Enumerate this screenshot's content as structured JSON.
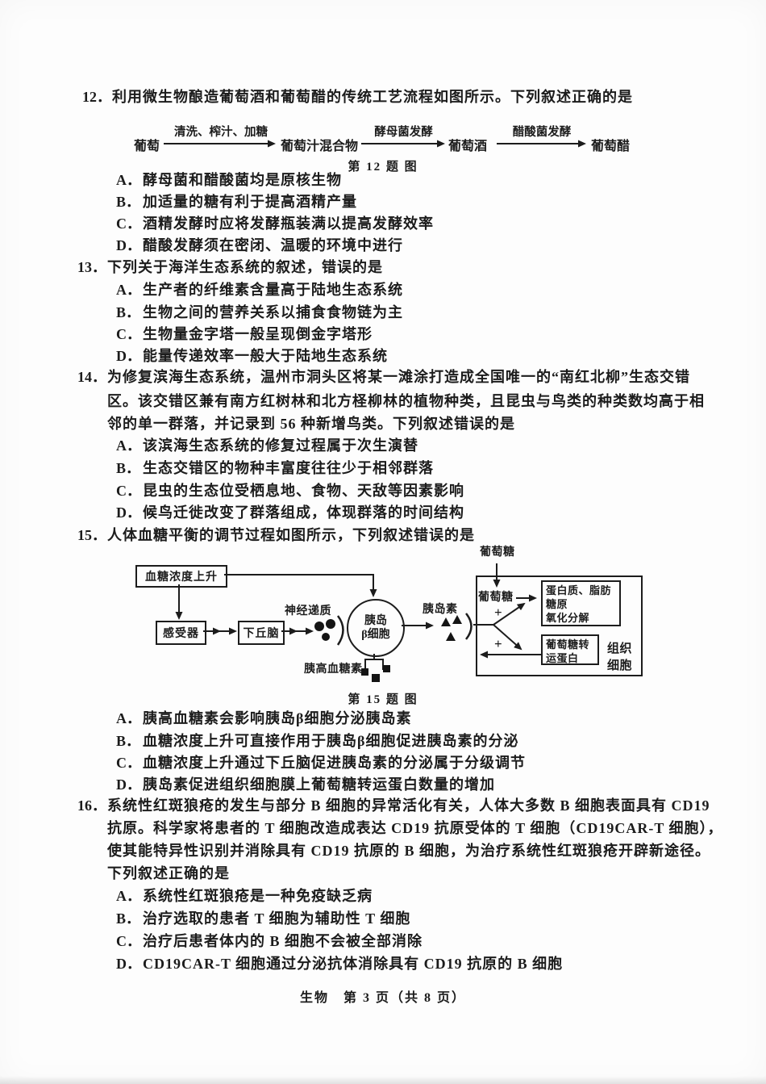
{
  "page": {
    "footer_subject": "生物",
    "footer_page": "第 3 页（共 8 页）"
  },
  "q12": {
    "number": "12．",
    "stem": "利用微生物酿造葡萄酒和葡萄醋的传统工艺流程如图所示。下列叙述正确的是",
    "diagram": {
      "node_grape": "葡萄",
      "node_mixture": "葡萄汁混合物",
      "node_wine": "葡萄酒",
      "node_vinegar": "葡萄醋",
      "step1": "清洗、榨汁、加糖",
      "step2": "酵母菌发酵",
      "step3": "醋酸菌发酵",
      "caption": "第 12 题  图"
    },
    "options": [
      {
        "label": "A．",
        "text": "酵母菌和醋酸菌均是原核生物"
      },
      {
        "label": "B．",
        "text": "加适量的糖有利于提高酒精产量"
      },
      {
        "label": "C．",
        "text": "酒精发酵时应将发酵瓶装满以提高发酵效率"
      },
      {
        "label": "D．",
        "text": "醋酸发酵须在密闭、温暖的环境中进行"
      }
    ]
  },
  "q13": {
    "number": "13．",
    "stem": "下列关于海洋生态系统的叙述，错误的是",
    "options": [
      {
        "label": "A．",
        "text": "生产者的纤维素含量高于陆地生态系统"
      },
      {
        "label": "B．",
        "text": "生物之间的营养关系以捕食食物链为主"
      },
      {
        "label": "C．",
        "text": "生物量金字塔一般呈现倒金字塔形"
      },
      {
        "label": "D．",
        "text": "能量传递效率一般大于陆地生态系统"
      }
    ]
  },
  "q14": {
    "number": "14．",
    "stem_lines": [
      "为修复滨海生态系统，温州市洞头区将某一滩涂打造成全国唯一的“南红北柳”生态交错",
      "区。该交错区兼有南方红树林和北方柽柳林的植物种类，且昆虫与鸟类的种类数均高于相",
      "邻的单一群落，并记录到 56 种新增鸟类。下列叙述错误的是"
    ],
    "options": [
      {
        "label": "A．",
        "text": "该滨海生态系统的修复过程属于次生演替"
      },
      {
        "label": "B．",
        "text": "生态交错区的物种丰富度往往少于相邻群落"
      },
      {
        "label": "C．",
        "text": "昆虫的生态位受栖息地、食物、天敌等因素影响"
      },
      {
        "label": "D．",
        "text": "候鸟迁徙改变了群落组成，体现群落的时间结构"
      }
    ]
  },
  "q15": {
    "number": "15．",
    "stem": "人体血糖平衡的调节过程如图所示，下列叙述错误的是",
    "diagram": {
      "blood_glucose_rise": "血糖浓度上升",
      "receptor": "感受器",
      "hypothalamus": "下丘脑",
      "neurotransmitter": "神经递质",
      "islet_line1": "胰岛",
      "islet_line2": "β细胞",
      "insulin": "胰岛素",
      "glucagon": "胰高血糖素",
      "glucose_outside": "葡萄糖",
      "glucose_inside": "葡萄糖",
      "protein_line1": "蛋白质、脂肪",
      "protein_line2": "糖原",
      "protein_line3": "氧化分解",
      "transporter_line1": "葡萄糖转",
      "transporter_line2": "运蛋白",
      "tissue_line1": "组织",
      "tissue_line2": "细胞",
      "plus_top": "+",
      "plus_bottom": "+",
      "caption": "第 15 题  图"
    },
    "options": [
      {
        "label": "A．",
        "text": "胰高血糖素会影响胰岛β细胞分泌胰岛素"
      },
      {
        "label": "B．",
        "text": "血糖浓度上升可直接作用于胰岛β细胞促进胰岛素的分泌"
      },
      {
        "label": "C．",
        "text": "血糖浓度上升通过下丘脑促进胰岛素的分泌属于分级调节"
      },
      {
        "label": "D．",
        "text": "胰岛素促进组织细胞膜上葡萄糖转运蛋白数量的增加"
      }
    ]
  },
  "q16": {
    "number": "16．",
    "stem_lines": [
      "系统性红斑狼疮的发生与部分 B 细胞的异常活化有关，人体大多数 B 细胞表面具有 CD19",
      "抗原。科学家将患者的 T 细胞改造成表达 CD19 抗原受体的 T 细胞（CD19CAR-T 细胞），",
      "使其能特异性识别并消除具有 CD19 抗原的 B 细胞，为治疗系统性红斑狼疮开辟新途径。",
      "下列叙述正确的是"
    ],
    "options": [
      {
        "label": "A．",
        "text": "系统性红斑狼疮是一种免疫缺乏病"
      },
      {
        "label": "B．",
        "text": "治疗选取的患者 T 细胞为辅助性 T 细胞"
      },
      {
        "label": "C．",
        "text": "治疗后患者体内的 B 细胞不会被全部消除"
      },
      {
        "label": "D．",
        "text": "CD19CAR-T 细胞通过分泌抗体消除具有 CD19 抗原的 B 细胞"
      }
    ]
  }
}
